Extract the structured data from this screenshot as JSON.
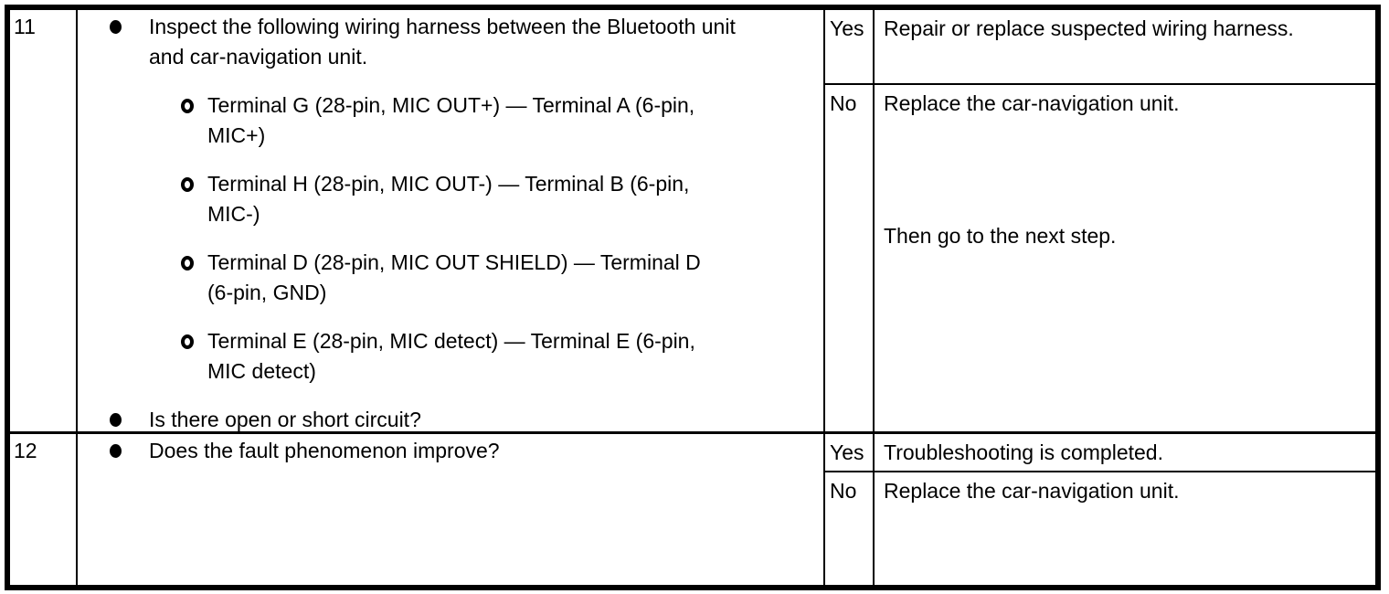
{
  "colors": {
    "ink": "#000000",
    "paper": "#ffffff"
  },
  "rows": [
    {
      "step": "11",
      "bullets": [
        {
          "style": "disc",
          "lines": [
            "Inspect the following wiring harness between the Bluetooth unit",
            "and car-navigation unit."
          ]
        },
        {
          "style": "circle",
          "lines": [
            "Terminal G (28-pin, MIC OUT+) — Terminal A (6-pin,",
            "MIC+)"
          ]
        },
        {
          "style": "circle",
          "lines": [
            "Terminal H (28-pin, MIC OUT-) — Terminal B (6-pin,",
            "MIC-)"
          ]
        },
        {
          "style": "circle",
          "lines": [
            "Terminal D (28-pin, MIC OUT SHIELD) — Terminal D",
            "(6-pin, GND)"
          ]
        },
        {
          "style": "circle",
          "lines": [
            "Terminal E (28-pin, MIC detect) — Terminal E (6-pin,",
            "MIC detect)"
          ]
        },
        {
          "style": "disc",
          "lines": [
            "Is there open or short circuit?"
          ]
        }
      ],
      "results": [
        {
          "answer": "Yes",
          "lines": [
            "Repair or replace suspected wiring harness."
          ]
        },
        {
          "answer": "No",
          "lines": [
            "Replace the car-navigation unit.",
            "Then go to the next step."
          ]
        }
      ]
    },
    {
      "step": "12",
      "bullets": [
        {
          "style": "disc",
          "lines": [
            "Does the fault phenomenon improve?"
          ]
        }
      ],
      "results": [
        {
          "answer": "Yes",
          "lines": [
            "Troubleshooting is completed."
          ]
        },
        {
          "answer": "No",
          "lines": [
            "Replace the car-navigation unit."
          ]
        }
      ]
    }
  ]
}
